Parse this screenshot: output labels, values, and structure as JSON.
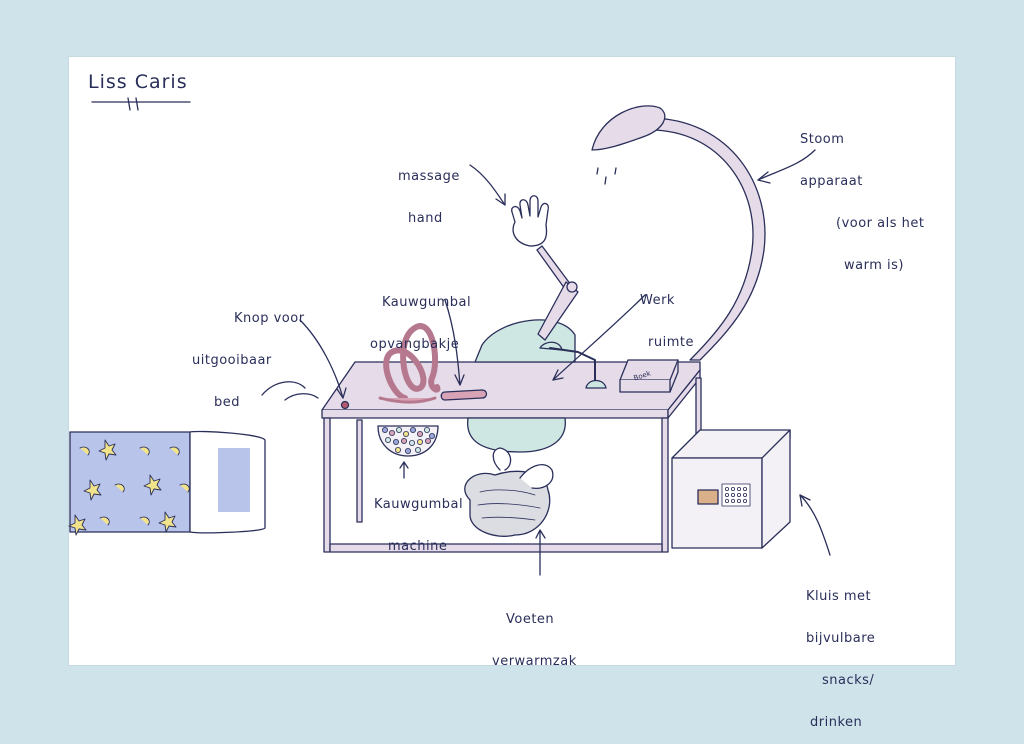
{
  "drawing": {
    "author": "Liss Caris",
    "labels": {
      "massage_hand": [
        "massage",
        "hand"
      ],
      "steam_device": [
        "Stoom",
        "apparaat",
        "(voor als het",
        "warm is)"
      ],
      "work_space": [
        "Werk",
        "ruimte"
      ],
      "gumball_catch": [
        "Kauwgumbal",
        "opvangbakje"
      ],
      "bed_button": [
        "Knop voor",
        "uitgooibaar",
        "bed"
      ],
      "gumball_machine": [
        "Kauwgumbal",
        "machine"
      ],
      "foot_warmer": [
        "Voeten",
        "verwarmzak"
      ],
      "safe": [
        "Kluis met",
        "bijvulbare",
        "snacks/",
        "drinken"
      ]
    },
    "book_text": "Boek",
    "colors": {
      "ink": "#2a2f5a",
      "furniture": "#e6dbe8",
      "pink": "#d9a3b6",
      "teal": "#cfe7e2",
      "bed_blue": "#b9c4ea",
      "star_yellow": "#f1e38a"
    }
  }
}
